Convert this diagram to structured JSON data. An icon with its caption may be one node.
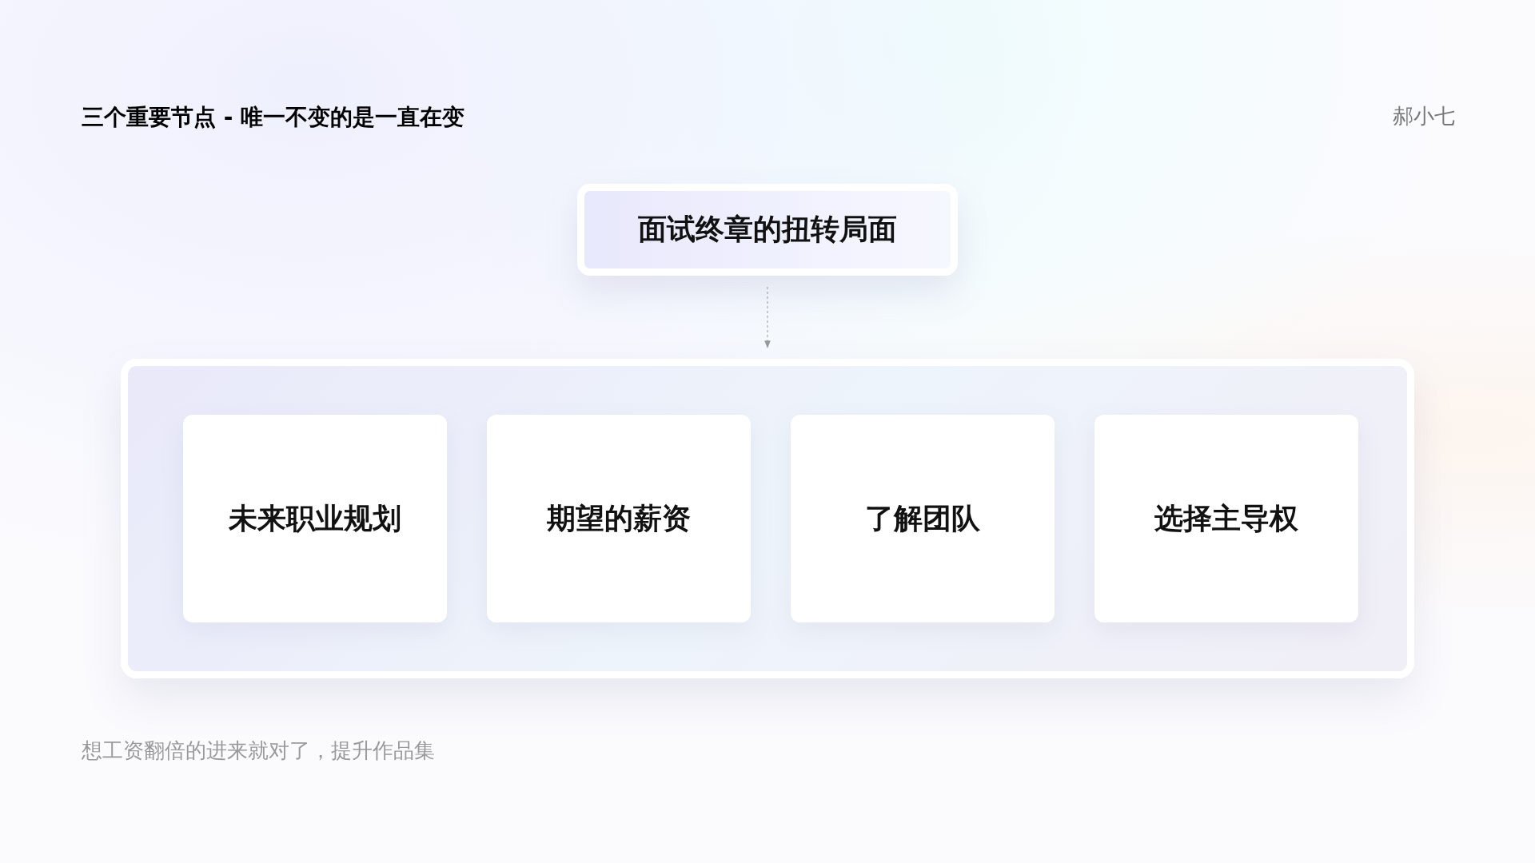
{
  "diagram": {
    "title": "三个重要节点 - 唯一不变的是一直在变",
    "nodes": [
      {
        "text": [
          "面试终章的扭转局面"
        ]
      },
      {
        "text": [],
        "shape": "box"
      },
      {
        "text": [
          "未来职业规划"
        ],
        "in": 1
      },
      {
        "text": [
          "期望的薪资"
        ],
        "in": 1
      },
      {
        "text": [
          "了解团队"
        ],
        "in": 1
      },
      {
        "text": [
          "选择主导权"
        ],
        "in": 1
      }
    ],
    "edges": [
      {
        "from": 0,
        "to": 1,
        "arrow": "to",
        "style": "dashed"
      }
    ],
    "labels": [
      "郝小七",
      "想工资翻倍的进来就对了，提升作品集"
    ]
  }
}
